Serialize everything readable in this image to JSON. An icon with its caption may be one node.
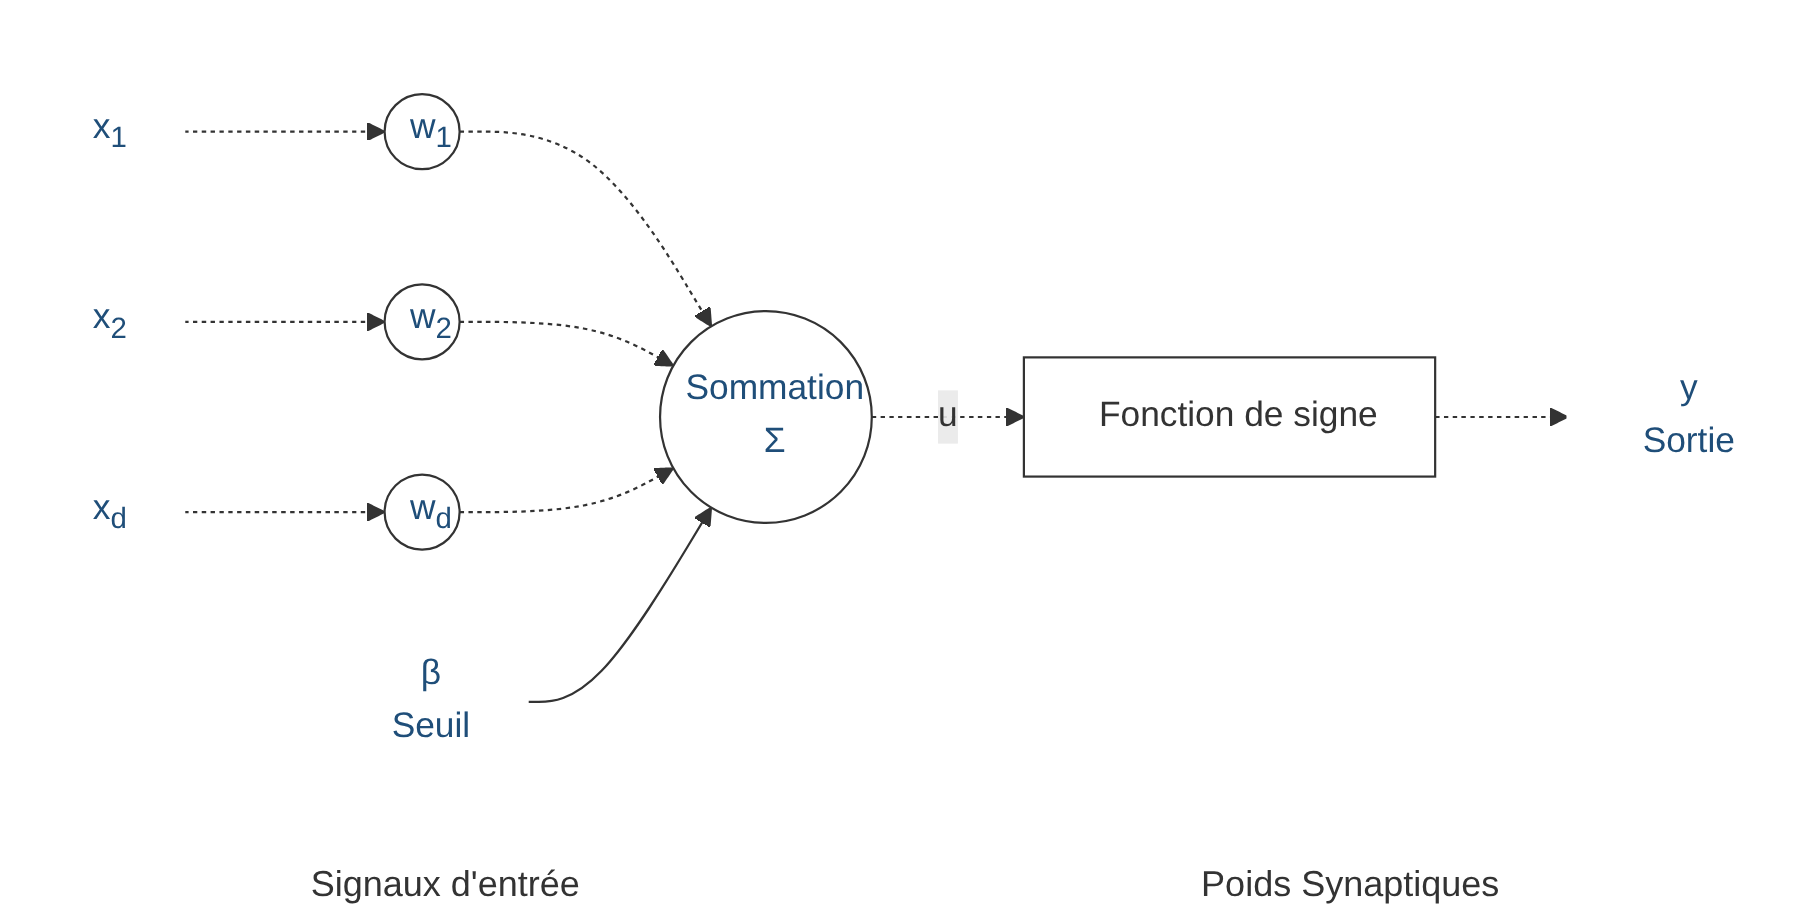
{
  "diagram": {
    "nodes": [
      {
        "text": [
          "x$_{1}$"
        ]
      },
      {
        "text": [
          "x$_{2}$"
        ]
      },
      {
        "text": [
          "x$_{d}$"
        ]
      },
      {
        "text": [
          "w$_{1}$"
        ]
      },
      {
        "text": [
          "w$_{2}$"
        ]
      },
      {
        "text": [
          "w$_{d}$"
        ]
      },
      {
        "text": [
          "Sommation",
          "Σ"
        ]
      },
      {
        "text": [
          "β",
          "Seuil"
        ]
      },
      {
        "text": [
          "Fonction de signe"
        ]
      },
      {
        "text": [
          "y",
          "Sortie"
        ]
      }
    ],
    "edges": [
      {
        "from": 0,
        "to": 3,
        "arrow": "to",
        "style": "dashed"
      },
      {
        "from": 1,
        "to": 4,
        "arrow": "to",
        "style": "dashed"
      },
      {
        "from": 2,
        "to": 5,
        "arrow": "to",
        "style": "dashed"
      },
      {
        "from": 3,
        "to": 6,
        "arrow": "to",
        "style": "dashed"
      },
      {
        "from": 4,
        "to": 6,
        "arrow": "to",
        "style": "dashed"
      },
      {
        "from": 5,
        "to": 6,
        "arrow": "to",
        "style": "dashed"
      },
      {
        "from": 7,
        "to": 6,
        "arrow": "to"
      },
      {
        "from": 6,
        "to": 8,
        "arrow": "to",
        "label": "u",
        "style": "dashed"
      },
      {
        "from": 8,
        "to": 9,
        "arrow": "to",
        "style": "dashed"
      }
    ],
    "labels": [
      "Signaux d'entrée",
      "Poids Synaptiques"
    ]
  }
}
